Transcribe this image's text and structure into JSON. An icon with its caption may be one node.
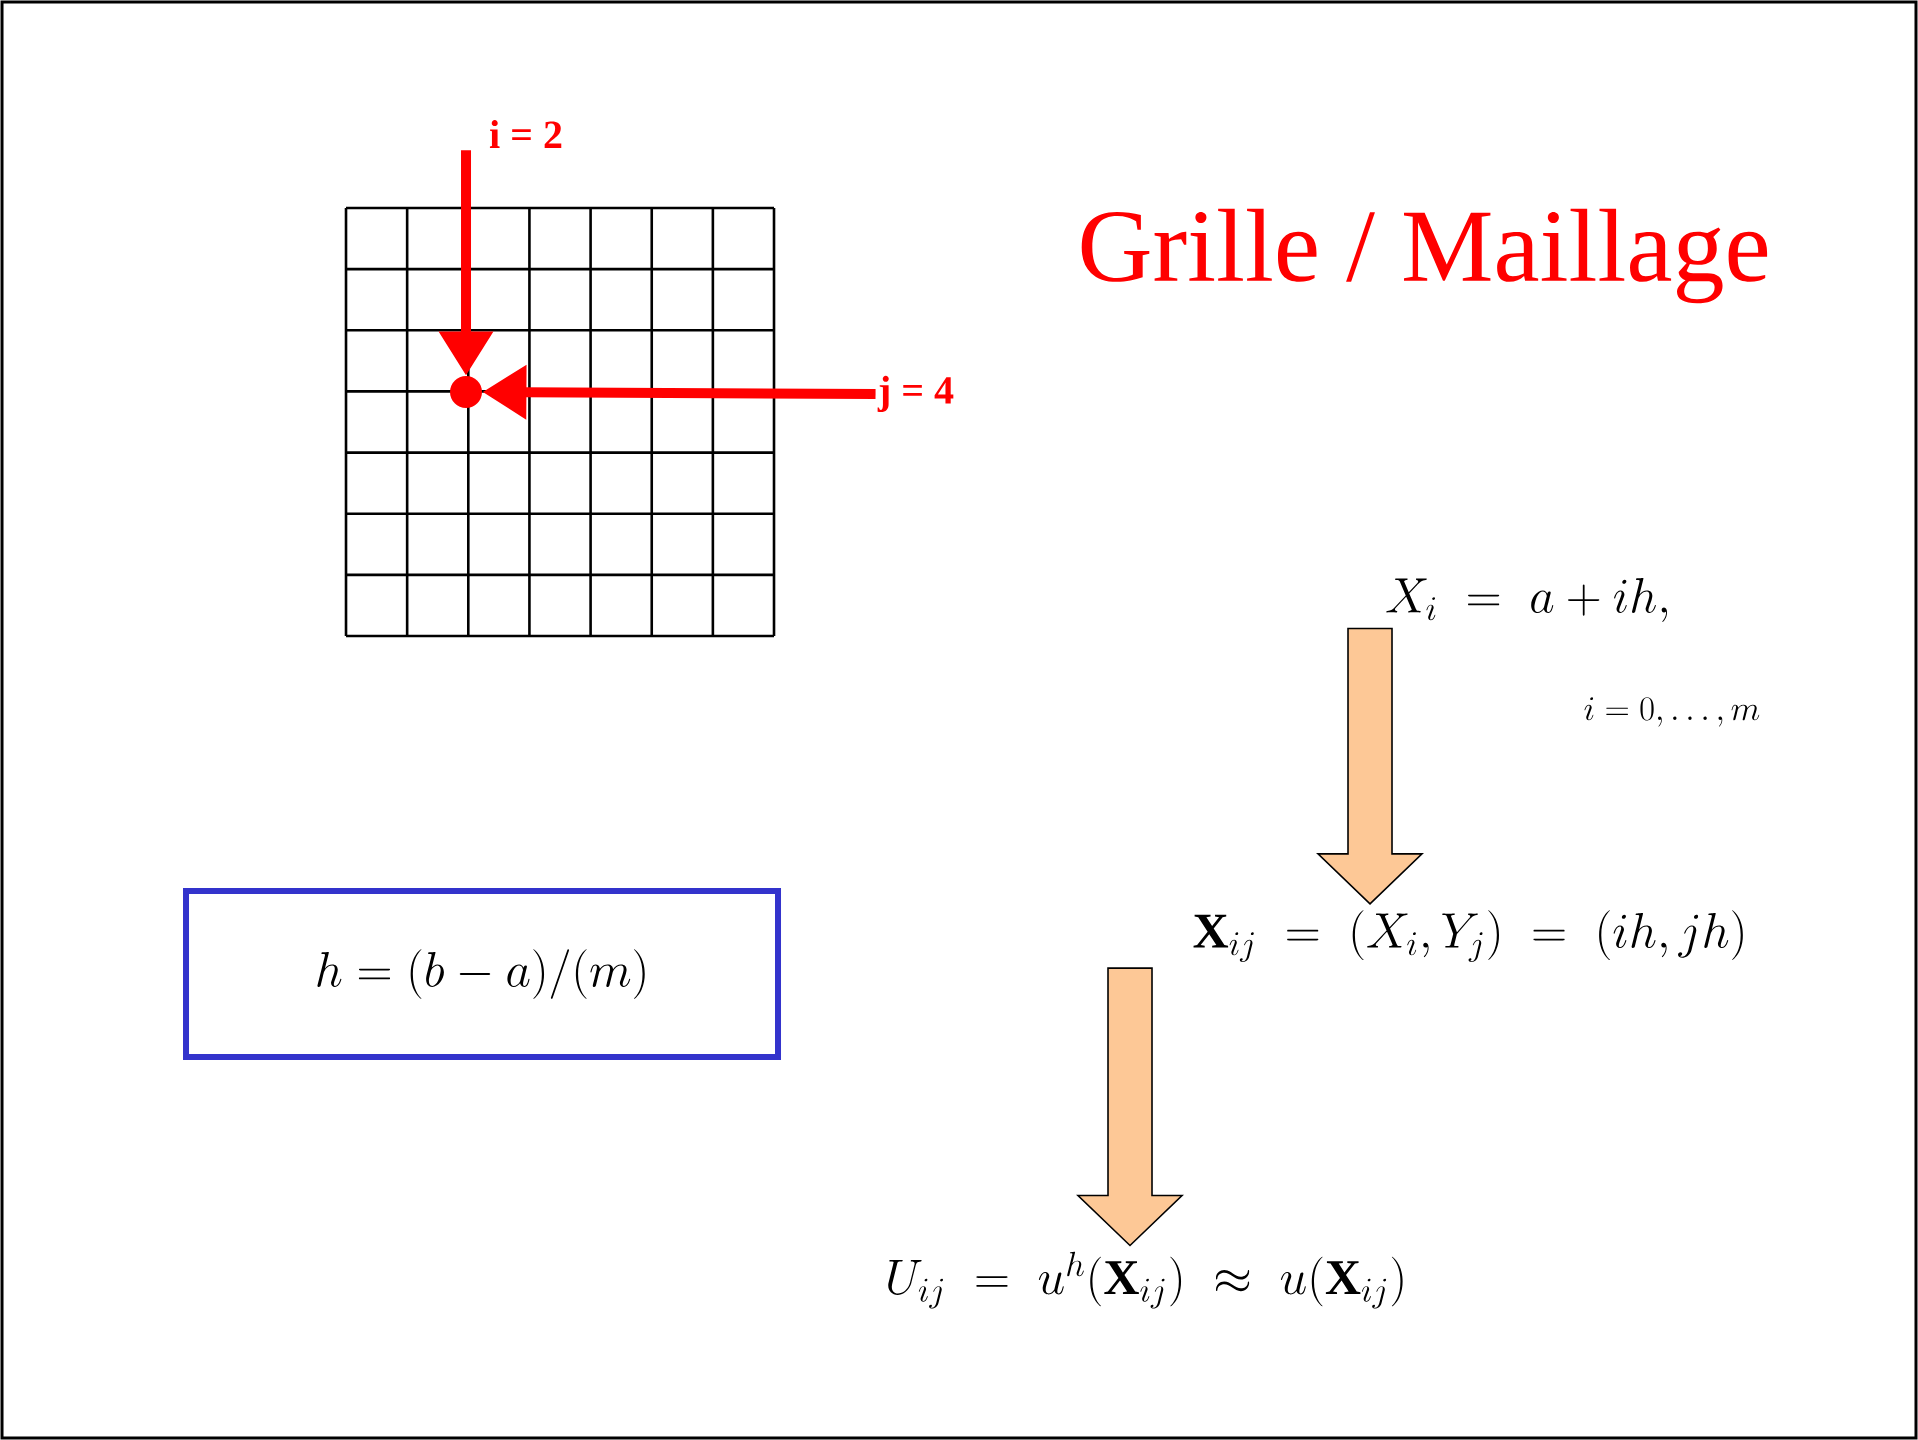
{
  "diagram": {
    "title": "Grille / Maillage",
    "nodes": [
      {
        "text": [
          "i = 2"
        ]
      },
      {
        "text": [
          "j = 4"
        ]
      },
      {
        "text": [],
        "shape": "circle"
      },
      {
        "text": [
          "X_i \\;=\\; a + ih,"
        ]
      },
      {
        "text": [
          "\\mathbf{X}_{ij} \\;=\\; (X_i, Y_j) \\;=\\; (ih, jh)"
        ]
      },
      {
        "text": [
          "U_{ij} \\;=\\; u^h(\\mathbf{X}_{ij}) \\;\\approx\\; u(\\mathbf{X}_{ij})"
        ]
      },
      {
        "text": [
          "h = (b - a)/(m)"
        ]
      }
    ],
    "edges": [
      {
        "from": 0,
        "to": 2,
        "arrow": "to",
        "color": "#ff0000"
      },
      {
        "from": 1,
        "to": 2,
        "arrow": "to",
        "color": "#ff0000"
      },
      {
        "from": 3,
        "to": 4,
        "arrow": "to",
        "color": "#fdc896"
      },
      {
        "from": 4,
        "to": 5,
        "arrow": "to",
        "color": "#fdc896"
      }
    ],
    "labels": [
      "i = 0, \\ldots, m"
    ]
  }
}
